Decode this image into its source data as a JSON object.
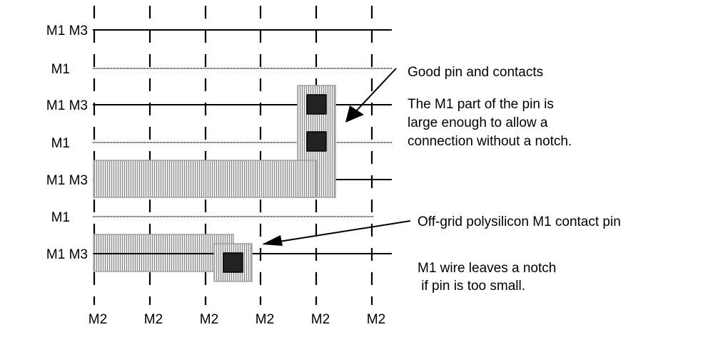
{
  "row_labels": [
    "M1 M3",
    "M1",
    "M1 M3",
    "M1",
    "M1 M3",
    "M1",
    "M1 M3"
  ],
  "column_labels": [
    "M2",
    "M2",
    "M2",
    "M2",
    "M2",
    "M2"
  ],
  "annotations": {
    "good_title": "Good pin and contacts",
    "good_desc": [
      "The M1 part of the pin is",
      "large enough to allow a",
      "connection without a notch."
    ],
    "offgrid_title": "Off-grid polysilicon M1 contact pin",
    "offgrid_desc": [
      "M1 wire leaves a notch",
      " if pin is too small."
    ]
  },
  "colors": {
    "line": "#000000",
    "pin_fill": "#c8c8c8",
    "pin_border": "#a0a0a0",
    "contact": "#222222"
  }
}
